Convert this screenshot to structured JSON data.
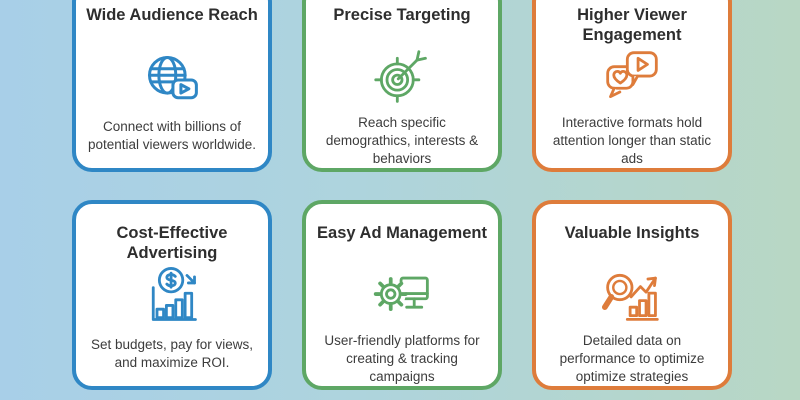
{
  "page": {
    "background_left_color": "#a8cfe8",
    "background_right_color": "#b8d7c4"
  },
  "cards": [
    {
      "title": "Wide Audience Reach",
      "description": "Connect with billions of potential viewers worldwide.",
      "icon": "globe-play-icon",
      "accent_color": "#2f87c5"
    },
    {
      "title": "Precise Targeting",
      "description": "Reach specific demograthics, interests & behaviors",
      "icon": "target-arrow-icon",
      "accent_color": "#5ea765"
    },
    {
      "title": "Higher Viewer Engagement",
      "description": "Interactive formats hold attention longer than static ads",
      "icon": "chat-heart-play-icon",
      "accent_color": "#de7c3b"
    },
    {
      "title": "Cost-Effective Advertising",
      "description": "Set budgets, pay for views, and maximize ROI.",
      "icon": "dollar-growth-chart-icon",
      "accent_color": "#2f87c5"
    },
    {
      "title": "Easy Ad Management",
      "description": "User-friendly platforms for creating & tracking campaigns",
      "icon": "gear-monitor-icon",
      "accent_color": "#5ea765"
    },
    {
      "title": "Valuable Insights",
      "description": "Detailed data on performance to optimize optimize strategies",
      "icon": "magnifier-growth-icon",
      "accent_color": "#de7c3b"
    }
  ]
}
